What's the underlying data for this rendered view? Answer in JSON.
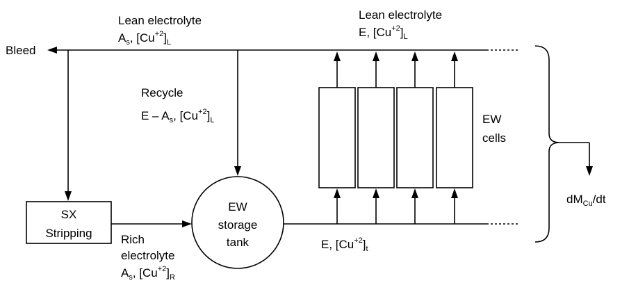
{
  "labels": {
    "bleed": "Bleed",
    "lean_left_title": "Lean electrolyte",
    "lean_left_flow": "A",
    "lean_left_flow_sub": "s",
    "lean_left_sep": ",  [Cu",
    "lean_left_sup": "+2",
    "lean_left_close": "]",
    "lean_left_sub": "L",
    "lean_right_title": "Lean electrolyte",
    "lean_right_flow": "E,  [Cu",
    "lean_right_sup": "+2",
    "lean_right_close": "]",
    "lean_right_sub": "L",
    "recycle_title": "Recycle",
    "recycle_flow": "E – A",
    "recycle_flow_sub": "s",
    "recycle_sep": ", [Cu",
    "recycle_sup": "+2",
    "recycle_close": "]",
    "recycle_sub": "L",
    "sx_line1": "SX",
    "sx_line2": "Stripping",
    "rich_line1": "Rich",
    "rich_line2": "electrolyte",
    "rich_flow": "A",
    "rich_flow_sub": "s",
    "rich_sep": ",  [Cu",
    "rich_sup": "+2",
    "rich_close": "]",
    "rich_sub": "R",
    "tank_line1": "EW",
    "tank_line2": "storage",
    "tank_line3": "tank",
    "tank_out_flow": "E,  [Cu",
    "tank_out_sup": "+2",
    "tank_out_close": "]",
    "tank_out_sub": "t",
    "cells_line1": "EW",
    "cells_line2": "cells",
    "rate": "dM",
    "rate_sub": "Cu",
    "rate_tail": "/dt"
  },
  "ew_cell_count": 4
}
